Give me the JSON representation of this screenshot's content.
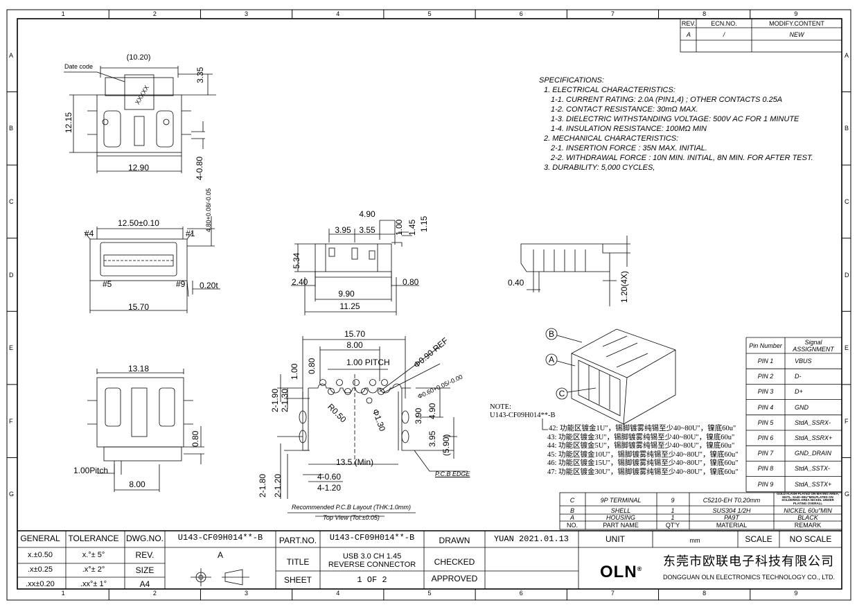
{
  "zones": {
    "columns": [
      "1",
      "2",
      "3",
      "4",
      "5",
      "6",
      "7",
      "8",
      "9"
    ],
    "rows": [
      "A",
      "B",
      "C",
      "D",
      "E",
      "F",
      "G"
    ]
  },
  "revision_table": {
    "headers": [
      "REV.",
      "ECN.NO.",
      "MODIFY.CONTENT"
    ],
    "rows": [
      [
        "A",
        "/",
        "NEW"
      ]
    ]
  },
  "specifications": {
    "title": "SPECIFICATIONS:",
    "lines": [
      "1. ELECTRICAL CHARACTERISTICS:",
      "1-1. CURRENT RATING: 2.0A (PIN1,4) ; OTHER CONTACTS 0.25A",
      "1-2. CONTACT RESISTANCE: 30mΩ MAX.",
      "1-3. DIELECTRIC WITHSTANDING VOLTAGE: 500V AC FOR 1 MINUTE",
      "1-4. INSULATION RESISTANCE: 100MΩ MIN",
      "2. MECHANICAL CHARACTERISTICS:",
      "2-1. INSERTION FORCE : 35N MAX. INITIAL.",
      "2-2. WITHDRAWAL FORCE : 10N MIN. INITIAL, 8N MIN. FOR AFTER TEST.",
      "3. DURABILITY: 5,000 CYCLES,"
    ]
  },
  "views": {
    "top": {
      "date_code": "Date code",
      "width_ref": "(10.20)",
      "d1": "3.35",
      "d2": "12.15",
      "d3": "12.90",
      "d4": "4-0.80",
      "marking": "XXXXX"
    },
    "front": {
      "d1": "12.50±0.10",
      "d2": "4.80+0.08/-0.05",
      "pin4": "#4",
      "pin1": "#1",
      "pin5": "#5",
      "pin9": "#9",
      "thk": "0.20t",
      "width": "15.70"
    },
    "side": {
      "d1": "4.90",
      "d2": "3.95",
      "d3": "3.55",
      "d4": "1.00",
      "d5": "1.45",
      "d6": "1.15",
      "d7": "5.34",
      "d8": "2.40",
      "d9": "0.80",
      "d10": "9.90",
      "d11": "11.25"
    },
    "side2": {
      "d1": "0.40",
      "d2": "1.20(4X)"
    },
    "bottom": {
      "d1": "13.18",
      "d2": "0.80",
      "pitch": "1.00Pitch",
      "d3": "8.00"
    },
    "pcb": {
      "w": "15.70",
      "w2": "8.00",
      "pitch": "1.00 PITCH",
      "ref": "Φ0.90 REF",
      "hole": "Φ0.60+0.05/-0.00",
      "d080": "0.80",
      "d100": "1.00",
      "d190": "2-1.90",
      "d130": "2-1.30",
      "r": "R0.50",
      "d13": "Φ1.30",
      "d390": "3.90",
      "d490": "4.90",
      "d395": "3.95",
      "d590": "(5.90)",
      "min": "13.5 (Min)",
      "d060": "4-0.60",
      "d120": "4-1.20",
      "d180": "2-1.80",
      "d2120": "2-1.20",
      "edge": "P.C.B EDGE",
      "caption1": "Recommended P.C.B Layout (THK:1.0mm)",
      "caption2": "Top View (Tol:±0.05)"
    },
    "iso": {
      "B": "B",
      "A": "A",
      "C": "C"
    }
  },
  "note": {
    "title": "NOTE:",
    "part": "U143-CF09H014**-B",
    "lines": [
      "42: 功能区镀金1U\"，锡脚镀雾纯锡至少40~80U\"，镍底60u\"",
      "43: 功能区镀金3U\"，锡脚镀雾纯锡至少40~80U\"，镍底60u\"",
      "44: 功能区镀金5U\"，锡脚镀雾纯锡至少40~80U\"，镍底60u\"",
      "45: 功能区镀金10U\"，锡脚镀雾纯锡至少40~80U\"，镍底60u\"",
      "46: 功能区镀金15U\"，锡脚镀雾纯锡至少40~80U\"，镍底60u\"",
      "47: 功能区镀金30U\"，锡脚镀雾纯锡至少40~80U\"，镍底60u\""
    ]
  },
  "pin_table": {
    "headers": [
      "Pin Number",
      "Signal ASSIGNMENT"
    ],
    "rows": [
      [
        "PIN 1",
        "VBUS"
      ],
      [
        "PIN 2",
        "D-"
      ],
      [
        "PIN 3",
        "D+"
      ],
      [
        "PIN 4",
        "GND"
      ],
      [
        "PIN 5",
        "StdA_SSRX-"
      ],
      [
        "PIN 6",
        "StdA_SSRX+"
      ],
      [
        "PIN 7",
        "GND_DRAIN"
      ],
      [
        "PIN 8",
        "StdA_SSTX-"
      ],
      [
        "PIN 9",
        "StdA_SSTX+"
      ]
    ]
  },
  "bom": {
    "headers": [
      "NO.",
      "PART NAME",
      "QT'Y",
      "MATERIAL",
      "REMARK"
    ],
    "rows": [
      [
        "C",
        "9P TERMINAL",
        "9",
        "C5210-EH T0.20mm",
        "GOLD FLASH PLATED ON MATING AREA, MATL. Sn40~80U\"MIN.PLATED ON SOLDERING AREA NICKEL UNDER PLATING OVERALL"
      ],
      [
        "B",
        "SHELL",
        "1",
        "SUS304 1/2H",
        "NICKEL 60u\"MIN"
      ],
      [
        "A",
        "HOUSING",
        "1",
        "PA9T",
        "BLACK"
      ]
    ]
  },
  "title_block": {
    "general": "GENERAL",
    "tolerance": "TOLERANCE",
    "tol_rows": [
      [
        "x.±0.50",
        "x.°± 5°"
      ],
      [
        ".x±0.25",
        ".x°± 2°"
      ],
      [
        ".xx±0.20",
        ".xx°± 1°"
      ]
    ],
    "dwg_no_label": "DWG.NO.",
    "dwg_no": "U143-CF09H014**-B",
    "rev_label": "REV.",
    "rev": "A",
    "size_label": "SIZE",
    "size": "A4",
    "part_no_label": "PART.NO.",
    "part_no": "U143-CF09H014**-B",
    "title_label": "TITLE",
    "title_line1": "USB 3.0 CH 1.45",
    "title_line2": "REVERSE CONNECTOR",
    "sheet_label": "SHEET",
    "sheet": "1 OF 2",
    "drawn_label": "DRAWN",
    "drawn": "YUAN 2021.01.13",
    "checked_label": "CHECKED",
    "approved_label": "APPROVED",
    "unit_label": "UNIT",
    "unit": "mm",
    "scale_label": "SCALE",
    "scale": "NO SCALE",
    "logo": "OLN",
    "company_cn": "东莞市欧联电子科技有限公司",
    "company_en": "DONGGUAN OLN ELECTRONICS TECHNOLOGY CO., LTD."
  }
}
